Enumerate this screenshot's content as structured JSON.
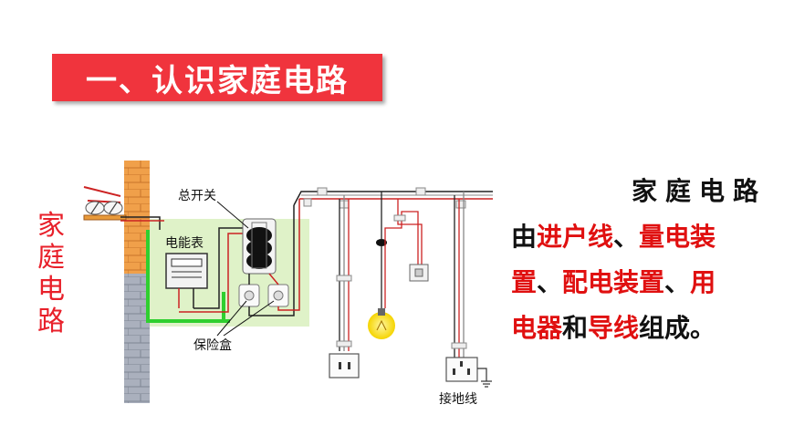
{
  "slide": {
    "title": "一、认识家庭电路",
    "side_label": [
      "家",
      "庭",
      "电",
      "路"
    ]
  },
  "diagram": {
    "labels": {
      "main_switch": "总开关",
      "meter": "电能表",
      "fuse_box": "保险盒",
      "ground_wire": "接地线"
    }
  },
  "description": {
    "line1": "家庭电路",
    "line2": [
      {
        "text": "由",
        "red": false
      },
      {
        "text": "进户线",
        "red": true
      },
      {
        "text": "、",
        "red": false
      },
      {
        "text": "量电装",
        "red": true
      }
    ],
    "line3": [
      {
        "text": "置",
        "red": true
      },
      {
        "text": "、",
        "red": false
      },
      {
        "text": "配电装置",
        "red": true
      },
      {
        "text": "、",
        "red": false
      },
      {
        "text": "用",
        "red": true
      }
    ],
    "line4": [
      {
        "text": "电器",
        "red": true
      },
      {
        "text": "和",
        "red": false
      },
      {
        "text": "导线",
        "red": true
      },
      {
        "text": "组成。",
        "red": false
      }
    ]
  },
  "colors": {
    "title_bg": "#f0343d",
    "accent_red": "#e01010",
    "panel_green": "#dff2c8",
    "ground_wire_green": "#2fcf2f"
  }
}
